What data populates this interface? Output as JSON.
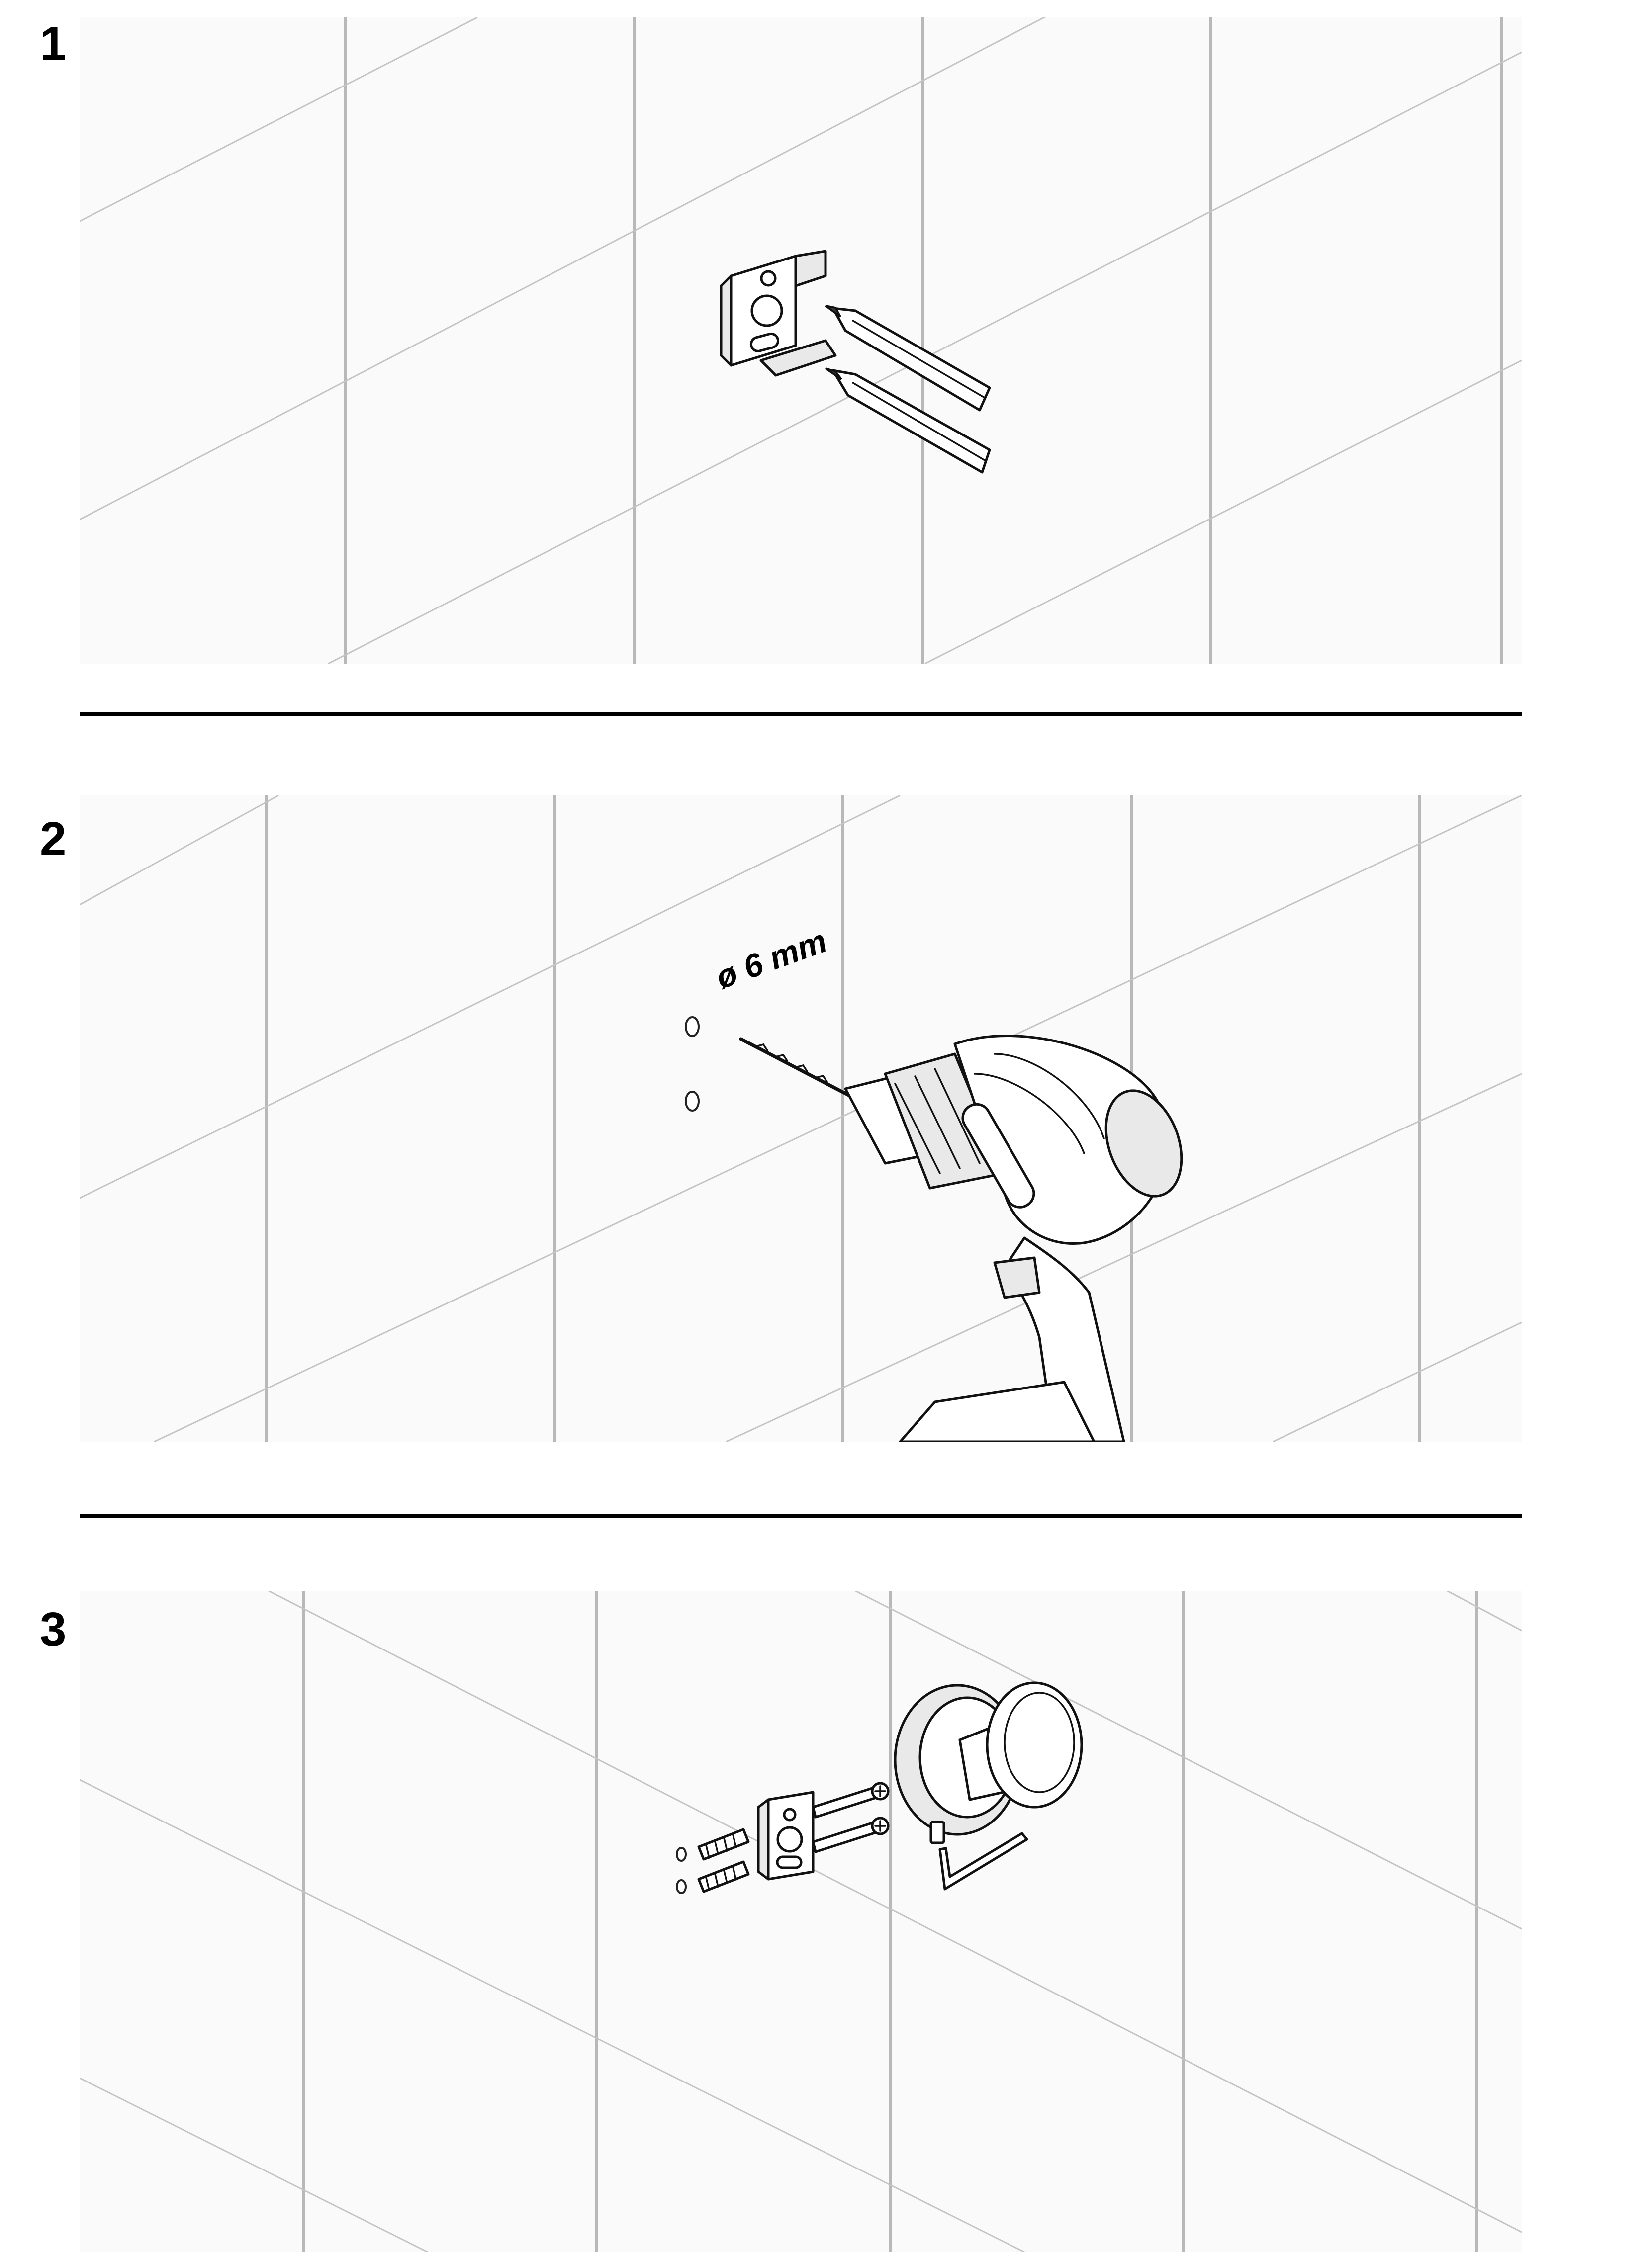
{
  "steps": [
    {
      "number": "1"
    },
    {
      "number": "2",
      "drill_label": "ø 6 mm"
    },
    {
      "number": "3"
    }
  ]
}
